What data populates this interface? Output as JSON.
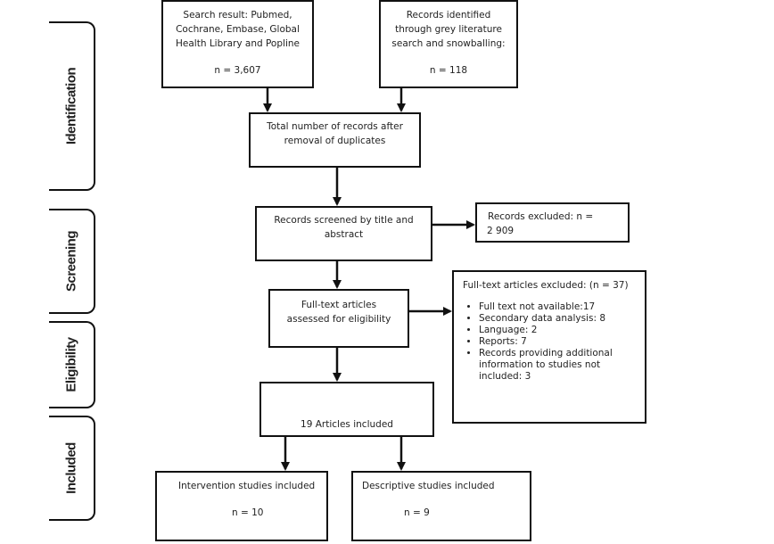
{
  "stages": {
    "identification": "Identification",
    "screening": "Screening",
    "eligibility": "Eligibility",
    "included": "Included"
  },
  "boxes": {
    "search_result": {
      "lines": [
        "Search result: Pubmed,",
        "Cochrane, Embase, Global",
        "Health Library and Popline"
      ],
      "count": "n = 3,607"
    },
    "grey_literature": {
      "lines": [
        "Records identified",
        "through grey literature",
        "search and snowballing:"
      ],
      "count": "n = 118"
    },
    "total_records": {
      "lines": [
        "Total number of records after",
        "removal of duplicates"
      ]
    },
    "records_screened": {
      "lines": [
        "Records screened by title and",
        "abstract"
      ]
    },
    "records_excluded": {
      "lines": [
        "Records excluded: n =",
        "2 909"
      ]
    },
    "full_text": {
      "lines": [
        "Full-text articles",
        "assessed for eligibility"
      ]
    },
    "full_text_excluded": {
      "title": "Full-text articles excluded: (n = 37)",
      "items": [
        "Full text not available:17",
        "Secondary data analysis: 8",
        "Language: 2",
        "Reports: 7",
        "Records providing additional information to studies not included: 3"
      ]
    },
    "articles_included": {
      "text": "19 Articles included"
    },
    "intervention": {
      "title": "Intervention studies included",
      "count": "n = 10"
    },
    "descriptive": {
      "title": "Descriptive studies included",
      "count": "n = 9"
    }
  }
}
